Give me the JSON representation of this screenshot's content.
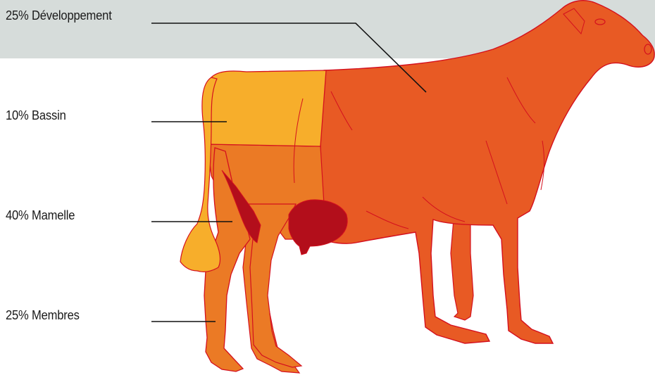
{
  "labels": {
    "developpement": "25% Développement",
    "bassin": "10% Bassin",
    "mamelle": "40% Mamelle",
    "membres": "25% Membres"
  },
  "colors": {
    "background_band": "#d6dcda",
    "body_developpement": "#e85a24",
    "bassin": "#f7ae2b",
    "membres": "#eb7a25",
    "mamelle": "#b30e1b",
    "outline": "#d4101e",
    "leader_line": "#111111"
  }
}
